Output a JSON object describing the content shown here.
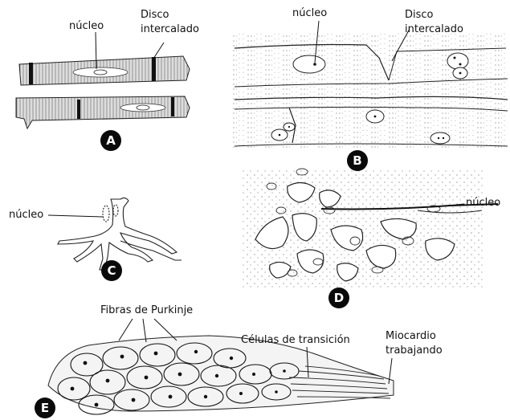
{
  "panels": {
    "A": {
      "badge": "A",
      "nucleus_label": "núcleo",
      "disc_label_line1": "Disco",
      "disc_label_line2": "intercalado"
    },
    "B": {
      "badge": "B",
      "nucleus_label": "núcleo",
      "disc_label_line1": "Disco",
      "disc_label_line2": "intercalado"
    },
    "C": {
      "badge": "C",
      "nucleus_label": "núcleo"
    },
    "D": {
      "badge": "D",
      "nucleus_label": "núcleo"
    },
    "E": {
      "badge": "E",
      "purkinje_label": "Fibras de Purkinje",
      "transition_label": "Células de transición",
      "myocardium_line1": "Miocardio",
      "myocardium_line2": "trabajando"
    }
  },
  "colors": {
    "ink": "#111111",
    "badge_fill": "#0a0a0a",
    "background": "#ffffff"
  }
}
